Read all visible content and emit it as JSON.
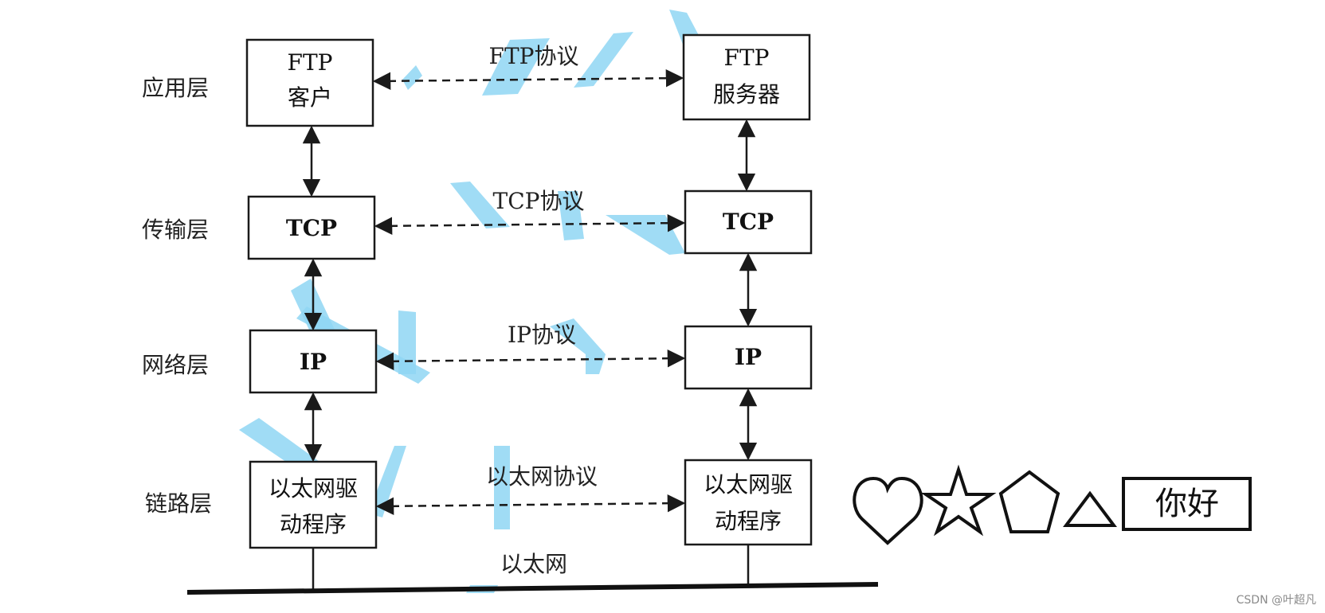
{
  "layers": {
    "application": "应用层",
    "transport": "传输层",
    "network": "网络层",
    "link": "链路层"
  },
  "client": {
    "app_line1": "FTP",
    "app_line2": "客户",
    "transport": "TCP",
    "network": "IP",
    "link_line1": "以太网驱",
    "link_line2": "动程序"
  },
  "server": {
    "app_line1": "FTP",
    "app_line2": "服务器",
    "transport": "TCP",
    "network": "IP",
    "link_line1": "以太网驱",
    "link_line2": "动程序"
  },
  "protocols": {
    "application": "FTP协议",
    "transport": "TCP协议",
    "network": "IP协议",
    "link": "以太网协议"
  },
  "medium": "以太网",
  "shapes": {
    "icons": [
      "heart-icon",
      "star-icon",
      "pentagon-icon",
      "triangle-icon"
    ],
    "greeting": "你好"
  },
  "credit": "CSDN @叶超凡",
  "colors": {
    "line": "#1a1a1a",
    "watermark": "#8fd6f3"
  }
}
